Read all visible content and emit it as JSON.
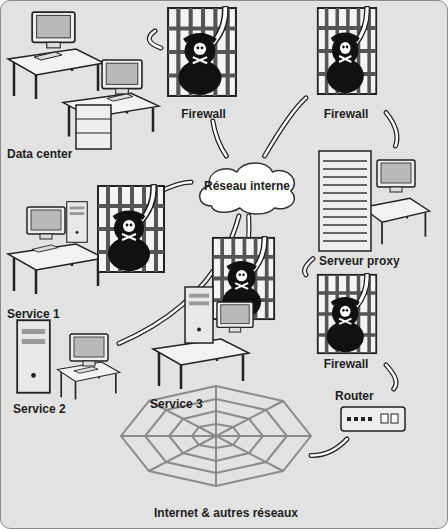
{
  "diagram": {
    "nodes": [
      {
        "text": [
          "Data center"
        ]
      },
      {
        "text": [
          "Firewall"
        ]
      },
      {
        "text": [
          "Firewall"
        ]
      },
      {
        "text": [
          "Réseau interne"
        ]
      },
      {
        "text": [
          "Serveur proxy"
        ]
      },
      {
        "text": [
          "Service 1"
        ]
      },
      {
        "text": [
          "Firewall"
        ]
      },
      {
        "text": [
          "Service 2"
        ]
      },
      {
        "text": [
          "Service 3"
        ]
      },
      {
        "text": [
          "Router"
        ]
      },
      {
        "text": [
          "Internet & autres réseaux"
        ]
      }
    ],
    "edges": [
      {
        "from": 0,
        "to": 1,
        "arrow": "none"
      },
      {
        "from": 1,
        "to": 3,
        "arrow": "none"
      },
      {
        "from": 3,
        "to": 2,
        "arrow": "none"
      },
      {
        "from": 2,
        "to": 4,
        "arrow": "none"
      },
      {
        "from": 5,
        "to": 3,
        "arrow": "none"
      },
      {
        "from": 7,
        "to": 3,
        "arrow": "none"
      },
      {
        "from": 8,
        "to": 3,
        "arrow": "none"
      },
      {
        "from": 4,
        "to": 6,
        "arrow": "none"
      },
      {
        "from": 6,
        "to": 9,
        "arrow": "none"
      },
      {
        "from": 9,
        "to": 10,
        "arrow": "none"
      }
    ]
  }
}
